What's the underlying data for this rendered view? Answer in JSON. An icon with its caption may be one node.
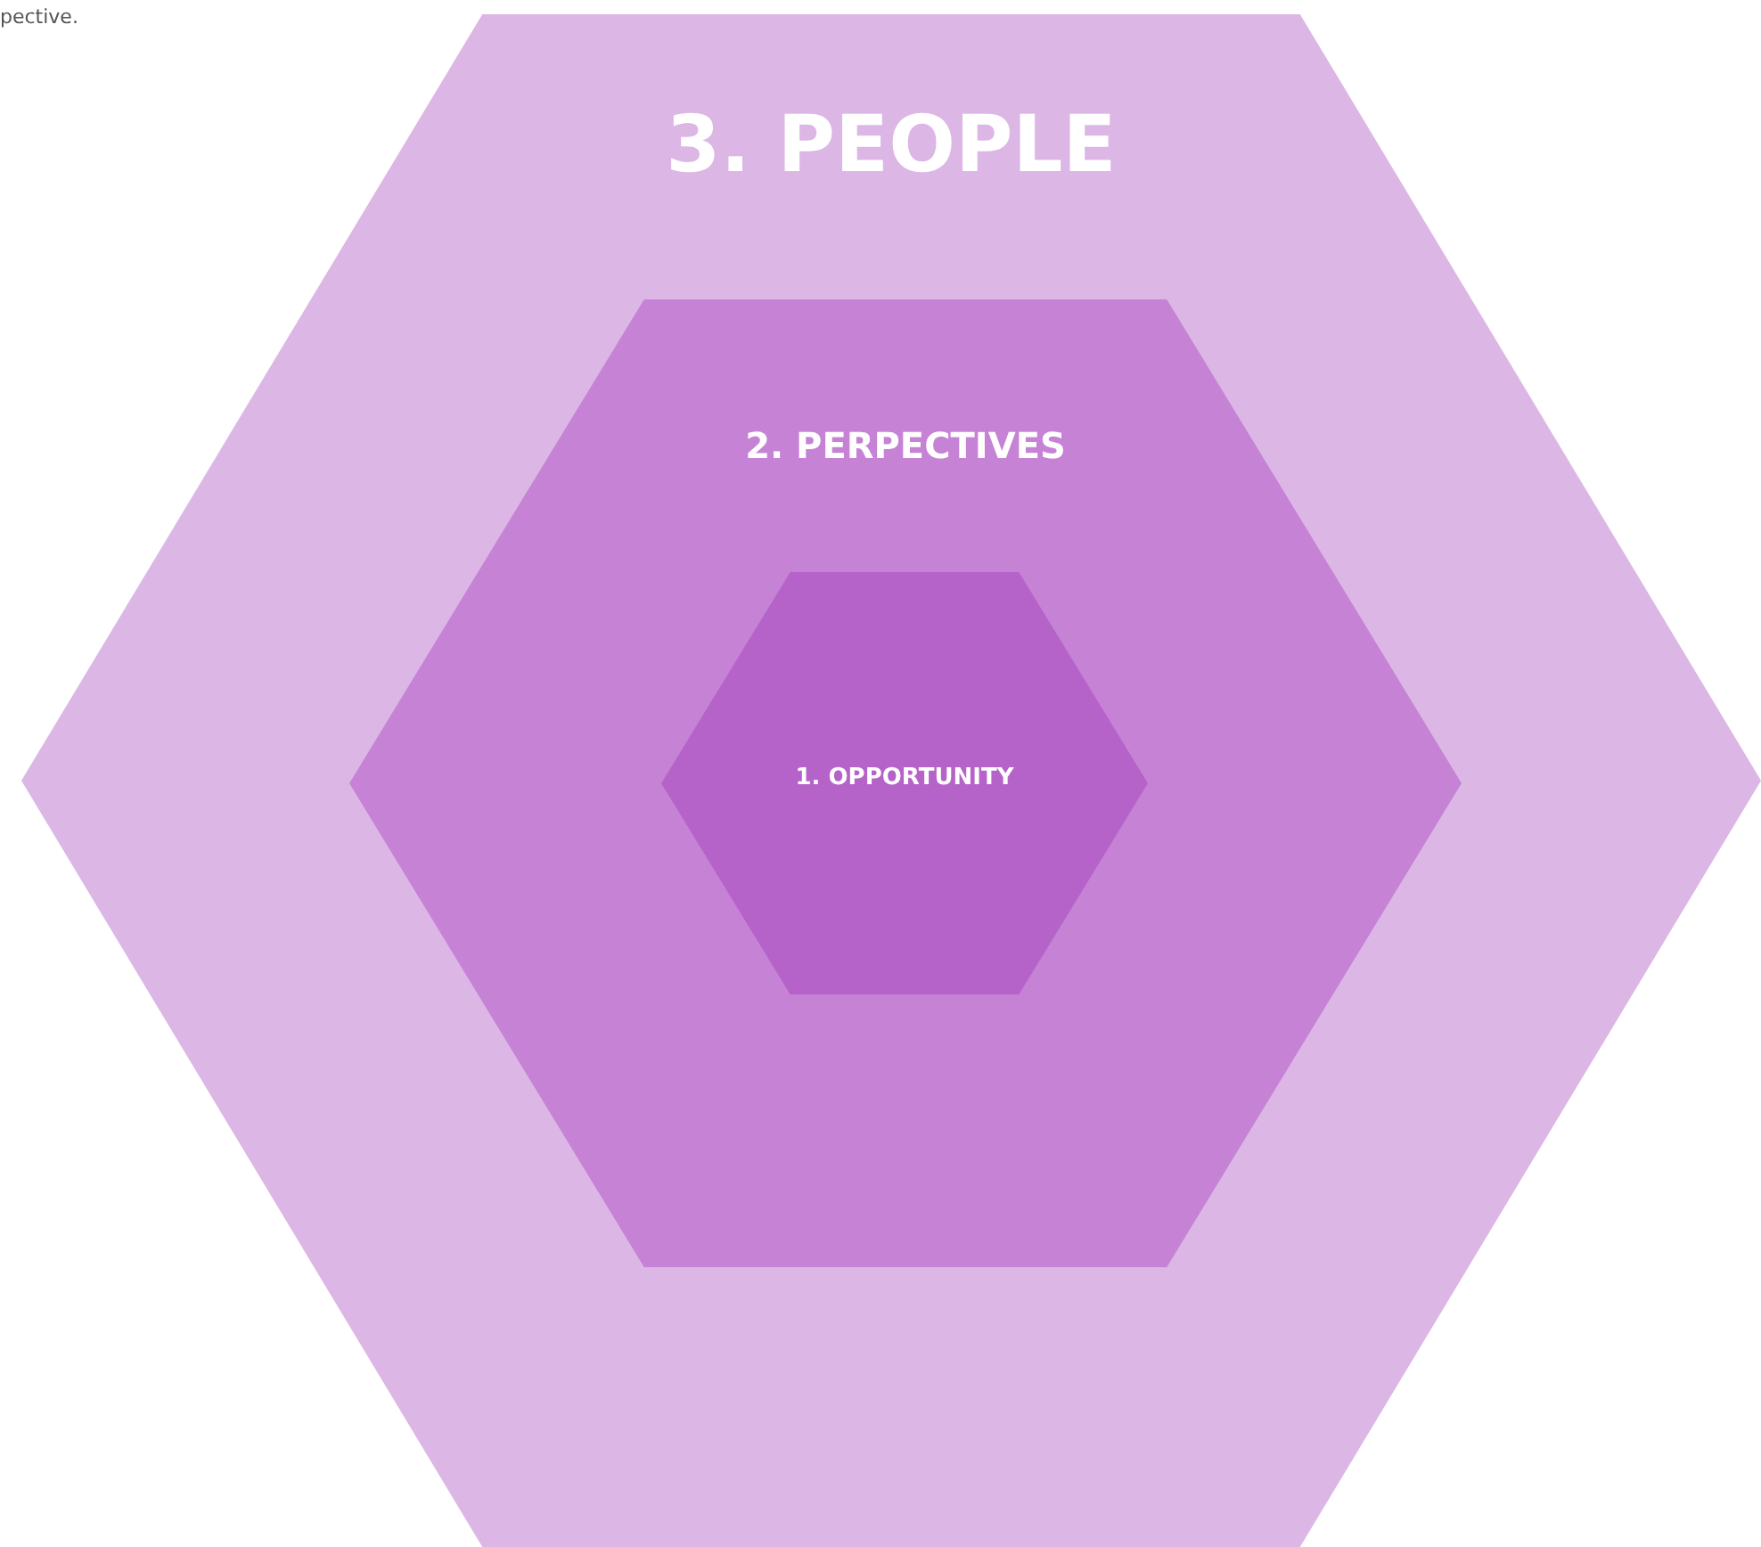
{
  "diagram": {
    "nodes": [
      {
        "text": [
          "3. PEOPLE"
        ]
      },
      {
        "text": [
          "2. PERPECTIVES"
        ],
        "in": 0
      },
      {
        "text": [
          "1. OPPORTUNITY"
        ],
        "in": 1
      }
    ],
    "labels": [
      "pective."
    ]
  }
}
